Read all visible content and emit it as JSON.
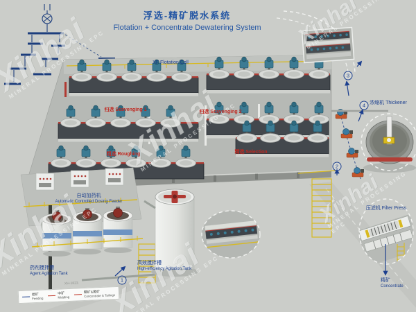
{
  "title": {
    "zh": "浮选-精矿脱水系统",
    "en": "Flotation + Concentrate Dewatering System"
  },
  "watermark": {
    "brand": "Xinhai",
    "tagline": "MINERAL PROCESSING EPC"
  },
  "plant_labels": {
    "flotation_cell": "XF Flotation Cell",
    "scavenging1": "扫选 Scavenging 1",
    "scavenging2": "扫选 Scavenging 2",
    "roughing": "粗选 Roughing",
    "selection": "精选 Selection",
    "thickener": "浓缩机 Thickener",
    "filter_press": "压滤机 Filter Press",
    "concentrate_zh": "精矿",
    "concentrate_en": "Concentrate",
    "dosing_feeder_zh": "自动加药机",
    "dosing_feeder_en": "Automatic Controlled Dosing Feeder",
    "agent_tank_zh": "药剂搅拌槽",
    "agent_tank_en": "Agent Agitation Tank",
    "high_eff_tank_zh": "高效搅拌槽",
    "high_eff_tank_en": "High-efficiency Agitation Tank"
  },
  "flow_markers": {
    "step1": "1",
    "step2": "2",
    "step3": "3",
    "step4": "4"
  },
  "legend": {
    "code": "XH-1823",
    "items": [
      {
        "zh": "给矿",
        "en": "Feeding",
        "color": "#1c3f8f"
      },
      {
        "zh": "中矿",
        "en": "Middling",
        "color": "#c0392b"
      },
      {
        "zh": "精矿&尾矿",
        "en": "Concentrate & Tailings",
        "color": "#c0392b"
      }
    ]
  },
  "colors": {
    "background": "#cbcdc9",
    "title_blue": "#2456a4",
    "label_red": "#c02820",
    "label_blue": "#1c3f8f",
    "machine_teal": "#3a7e97",
    "railing_yellow": "#d8b91e",
    "launder_red": "#b03a33"
  }
}
